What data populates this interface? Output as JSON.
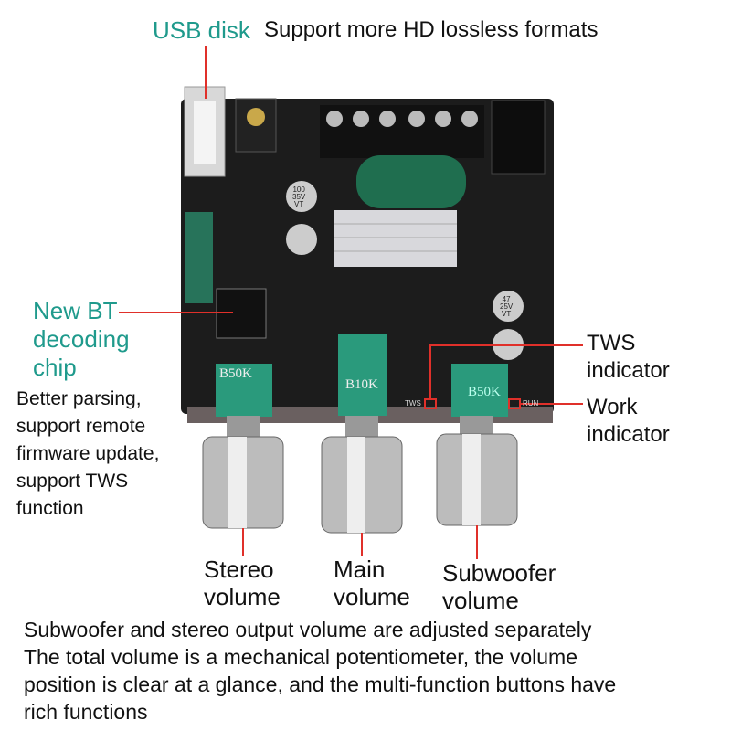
{
  "header": {
    "title": "USB disk",
    "subtitle": "Support more HD lossless formats"
  },
  "callouts": {
    "bt_chip": {
      "title": [
        "New BT",
        "decoding",
        "chip"
      ],
      "desc": [
        "Better parsing,",
        "support remote",
        "firmware update,",
        "support TWS",
        "function"
      ]
    },
    "tws": [
      "TWS",
      "indicator"
    ],
    "work": [
      "Work",
      "indicator"
    ],
    "stereo": [
      "Stereo",
      "volume"
    ],
    "main": [
      "Main",
      "volume"
    ],
    "sub": [
      "Subwoofer",
      "volume"
    ]
  },
  "board": {
    "pot_left": "B50K",
    "pot_mid": "B10K",
    "pot_right": "B50K",
    "tws_mark": "TWS",
    "run_mark": "RUN",
    "cap1": [
      "100",
      "35V",
      "VT"
    ],
    "cap2": [
      "47",
      "25V",
      "VT"
    ]
  },
  "footer": [
    "Subwoofer and stereo output volume are adjusted separately",
    "The total volume is a mechanical potentiometer, the volume",
    "position is clear at a glance, and the multi-function buttons have",
    "rich functions"
  ],
  "colors": {
    "accent": "#1f9a8c",
    "line": "#e0302a",
    "board": "#1c1c1c"
  }
}
